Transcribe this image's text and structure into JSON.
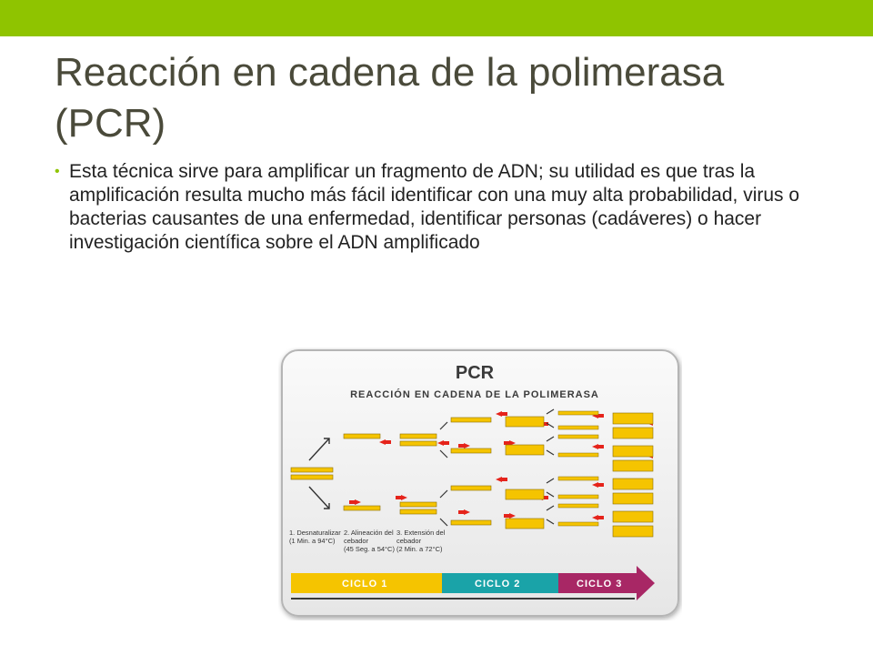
{
  "slide": {
    "title": "Reacción en cadena de la polimerasa (PCR)",
    "bullets": [
      "Esta técnica sirve para amplificar un fragmento de ADN; su utilidad es que tras la amplificación resulta mucho más fácil identificar con una muy alta probabilidad, virus o bacterias causantes de una enfermedad, identificar personas (cadáveres) o hacer investigación científica sobre el ADN amplificado"
    ],
    "accent_color": "#8fc400"
  },
  "diagram": {
    "title": "PCR",
    "subtitle": "REACCIÓN EN CADENA DE LA POLIMERASA",
    "steps": [
      {
        "line1": "1. Desnaturalizar",
        "line2": "(1 Min. a 94°C)",
        "line3": ""
      },
      {
        "line1": "2. Alineación del",
        "line2": "cebador",
        "line3": "(45 Seg. a 54°C)"
      },
      {
        "line1": "3. Extensión del",
        "line2": "cebador",
        "line3": "(2 Min. a 72°C)"
      }
    ],
    "cycles": [
      {
        "label": "CICLO 1",
        "color": "#f5c400"
      },
      {
        "label": "CICLO 2",
        "color": "#1aa3a8"
      },
      {
        "label": "CICLO 3",
        "color": "#a82765"
      }
    ],
    "colors": {
      "dna": "#f5c400",
      "primer": "#e5231b",
      "panel": "#f2f2f2"
    }
  }
}
